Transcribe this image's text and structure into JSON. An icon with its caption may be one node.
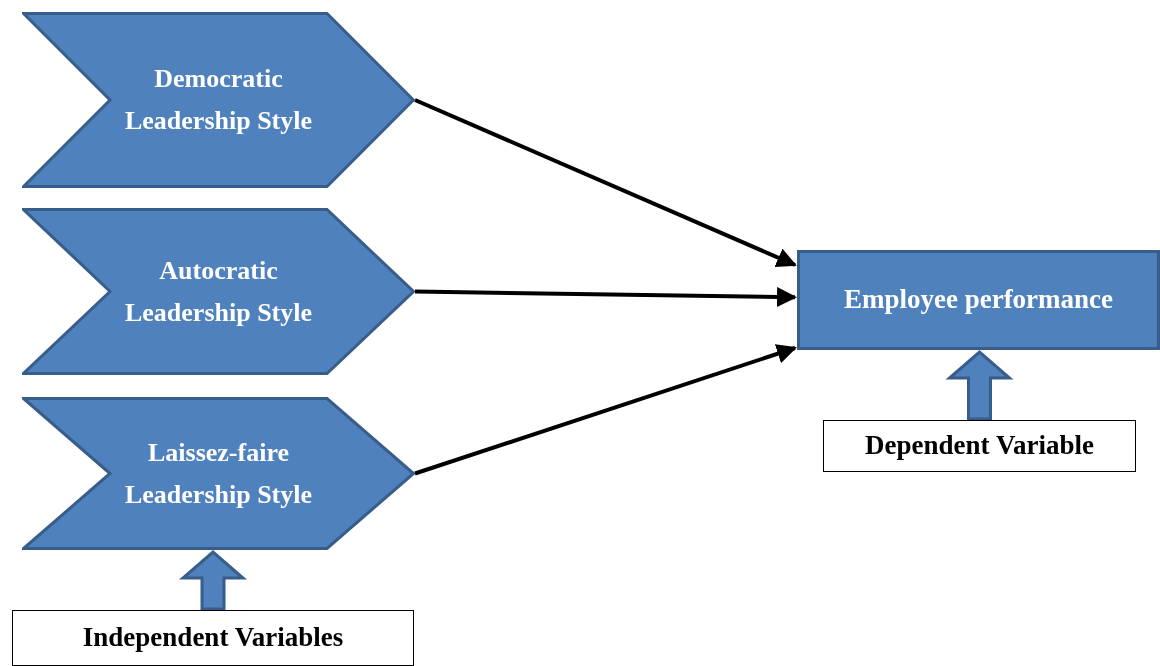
{
  "diagram": {
    "nodes": [
      {
        "text": [
          "Democratic Leadership Style"
        ]
      },
      {
        "text": [
          "Autocratic Leadership Style"
        ]
      },
      {
        "text": [
          "Laissez-faire Leadership Style"
        ]
      },
      {
        "text": [
          "Employee performance"
        ]
      },
      {
        "text": [
          "Dependent Variable"
        ]
      },
      {
        "text": [
          "Independent Variables"
        ]
      }
    ],
    "edges": [
      {
        "from": 0,
        "to": 3,
        "arrow": "to"
      },
      {
        "from": 1,
        "to": 3,
        "arrow": "to"
      },
      {
        "from": 2,
        "to": 3,
        "arrow": "to"
      },
      {
        "from": 4,
        "to": 3,
        "arrow": "to",
        "style": "thick",
        "color": "#4f81bd"
      },
      {
        "from": 5,
        "to": 2,
        "arrow": "to",
        "style": "thick",
        "color": "#4f81bd"
      }
    ]
  }
}
